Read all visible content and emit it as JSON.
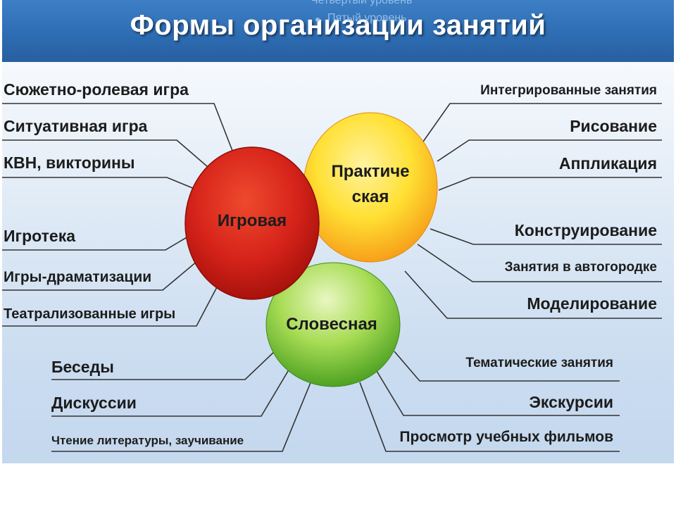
{
  "overlay": {
    "ghost_line_1": "Четвертый уровень",
    "ghost_line_2": "Пятый уровень"
  },
  "title": "Формы организации занятий",
  "circles": {
    "game": {
      "label": "Игровая",
      "color": "#cc1a12"
    },
    "practical": {
      "label": "Практиче\nская",
      "color": "#f7c71a"
    },
    "verbal": {
      "label": "Словесная",
      "color": "#6bbf33"
    }
  },
  "left_items": [
    "Сюжетно-ролевая игра",
    "Ситуативная игра",
    "КВН, викторины",
    "Игротека",
    "Игры-драматизации",
    "Театрализованные игры"
  ],
  "right_items": [
    "Интегрированные занятия",
    "Рисование",
    "Аппликация",
    "Конструирование",
    "Занятия в автогородке",
    "Моделирование"
  ],
  "bottom_left_items": [
    "Беседы",
    "Дискуссии",
    "Чтение литературы, заучивание"
  ],
  "bottom_right_items": [
    "Тематические занятия",
    "Экскурсии",
    "Просмотр учебных фильмов"
  ]
}
